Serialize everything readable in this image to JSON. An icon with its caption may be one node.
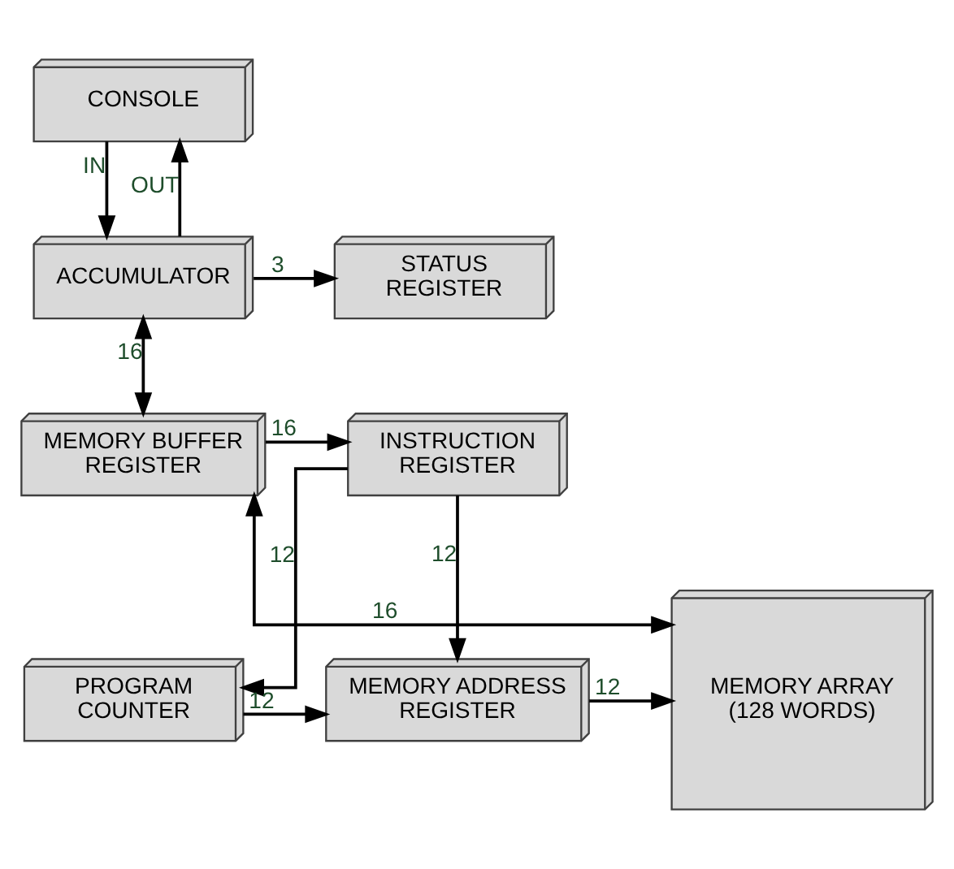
{
  "diagram": {
    "nodes": [
      {
        "text": [
          "CONSOLE"
        ]
      },
      {
        "text": [
          "ACCUMULATOR"
        ]
      },
      {
        "text": [
          "STATUS REGISTER"
        ]
      },
      {
        "text": [
          "MEMORY BUFFER REGISTER"
        ]
      },
      {
        "text": [
          "INSTRUCTION REGISTER"
        ]
      },
      {
        "text": [
          "MEMORY ARRAY (128 WORDS)"
        ]
      },
      {
        "text": [
          "MEMORY ADDRESS REGISTER"
        ]
      },
      {
        "text": [
          "PROGRAM COUNTER"
        ]
      }
    ],
    "edges": [
      {
        "from": 0,
        "to": 1,
        "arrow": "to",
        "label": "IN"
      },
      {
        "from": 1,
        "to": 0,
        "arrow": "to",
        "label": "OUT"
      },
      {
        "from": 1,
        "to": 2,
        "arrow": "to",
        "label": "3"
      },
      {
        "from": 1,
        "to": 3,
        "arrow": "both",
        "label": "16"
      },
      {
        "from": 3,
        "to": 4,
        "arrow": "to",
        "label": "16"
      },
      {
        "from": 4,
        "to": 7,
        "arrow": "to",
        "label": "12"
      },
      {
        "from": 3,
        "to": 5,
        "arrow": "both",
        "label": "16"
      },
      {
        "from": 4,
        "to": 6,
        "arrow": "to",
        "label": "12"
      },
      {
        "from": 7,
        "to": 6,
        "arrow": "to",
        "label": "12"
      },
      {
        "from": 6,
        "to": 5,
        "arrow": "to",
        "label": "12"
      }
    ]
  }
}
